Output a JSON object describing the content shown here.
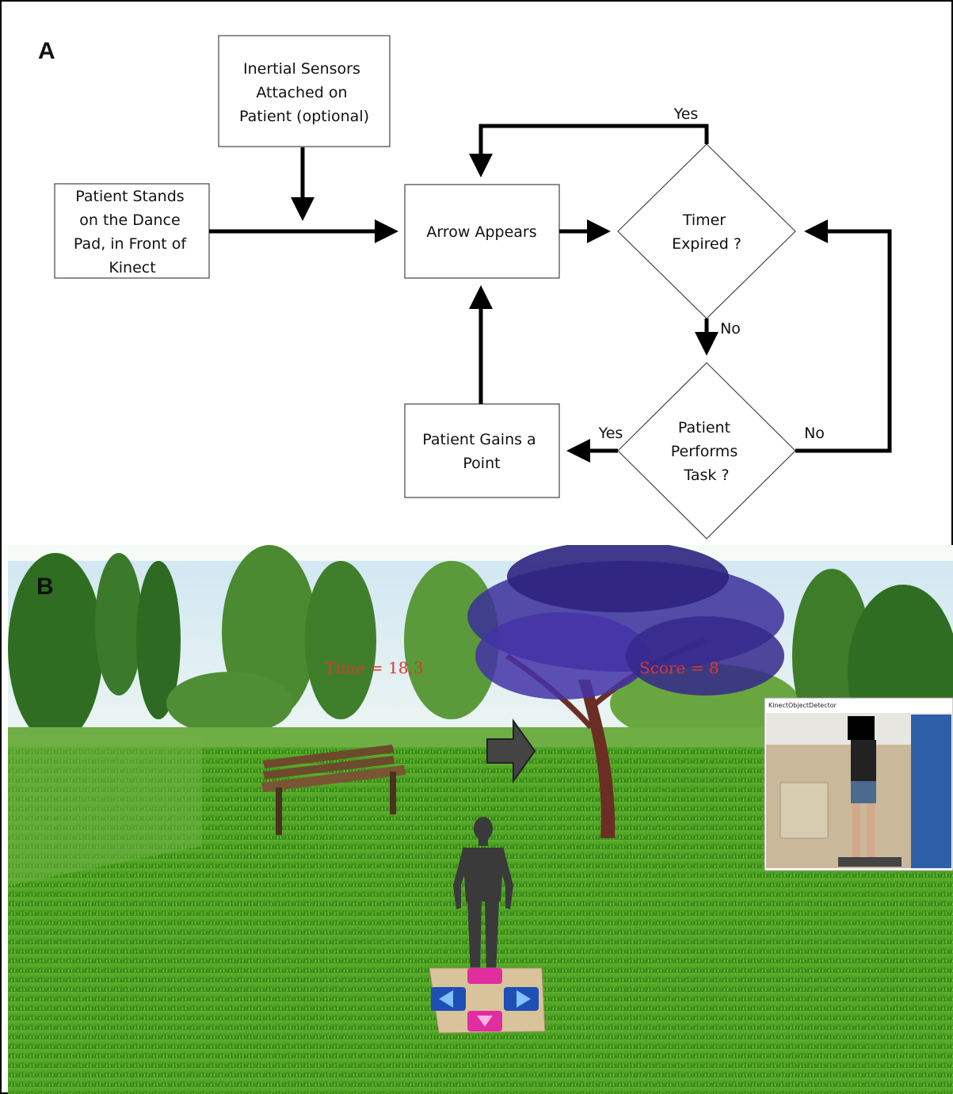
{
  "panel_a": {
    "letter": "A",
    "nodes": {
      "sensors": [
        "Inertial Sensors",
        "Attached on",
        "Patient (optional)"
      ],
      "stands": [
        "Patient Stands",
        "on the Dance",
        "Pad, in Front of",
        "Kinect"
      ],
      "arrow_appears": [
        "Arrow Appears"
      ],
      "timer": [
        "Timer",
        "Expired ?"
      ],
      "performs": [
        "Patient",
        "Performs",
        "Task ?"
      ],
      "gains": [
        "Patient Gains a",
        "Point"
      ]
    },
    "edges": {
      "timer_yes": "Yes",
      "timer_no": "No",
      "performs_yes": "Yes",
      "performs_no": "No"
    }
  },
  "panel_b": {
    "letter": "B",
    "hud_time": "Time = 18,3",
    "hud_score": "Score = 8",
    "camera_window_title": "KinectObjectDetector",
    "colors": {
      "grass": "#3f9d1f",
      "sky": "#dff0f6",
      "hud": "#d83a2a",
      "tree_canopy": "#3b2f9a"
    }
  }
}
